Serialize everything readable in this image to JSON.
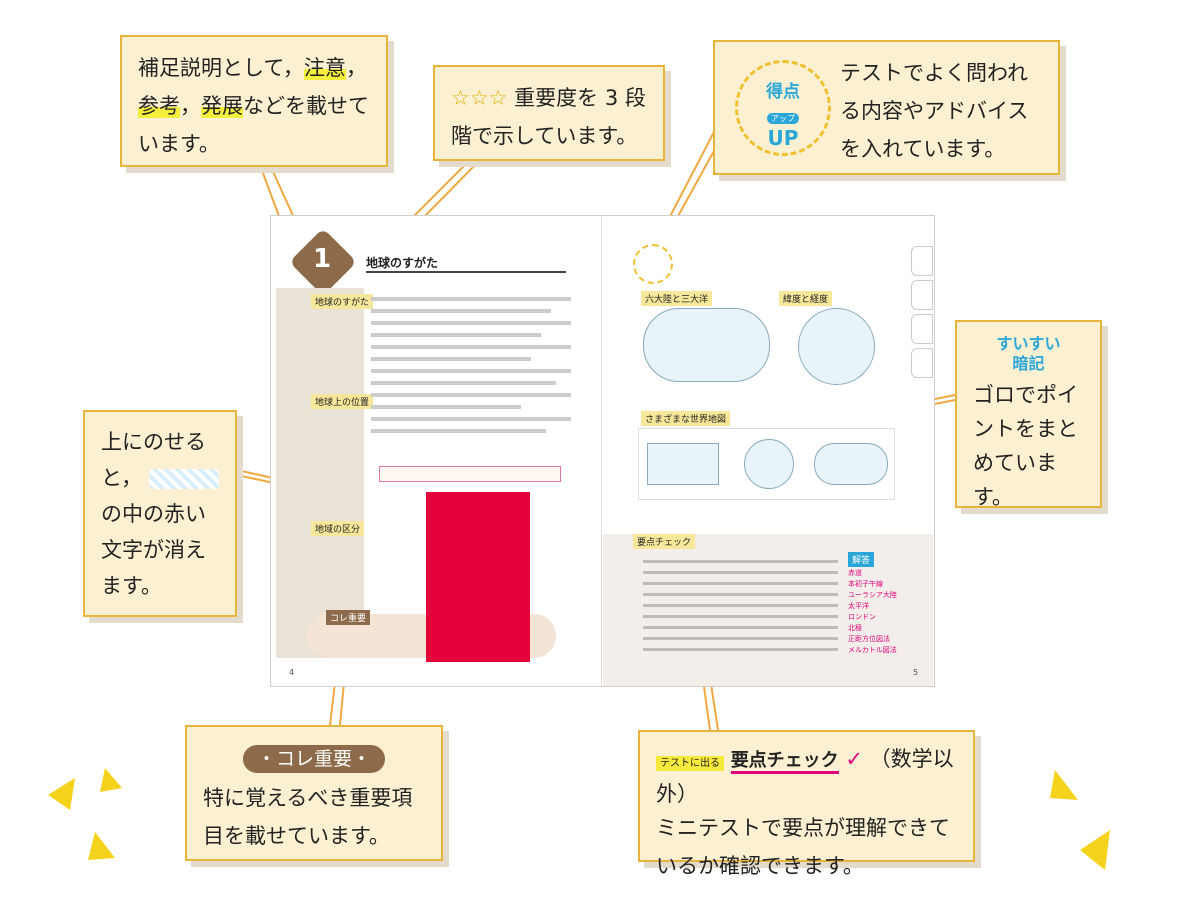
{
  "callouts": {
    "supplement": {
      "part1": "補足説明として，",
      "chui": "注意",
      "comma": "，",
      "sanko": "参考",
      "comma2": "，",
      "hatten": "発展",
      "part2": "などを載せています。"
    },
    "stars": {
      "icon": "☆☆☆",
      "text": "重要度を 3 段階で示しています。"
    },
    "tokuten": {
      "badge_top": "得点",
      "badge_mid": "アップ",
      "badge_bottom": "UP",
      "text": "テストでよく問われる内容やアドバイスを入れています。"
    },
    "suisui": {
      "badge_line1": "すいすい",
      "badge_line2": "暗記",
      "text": "ゴロでポイントをまとめています。"
    },
    "sheet": {
      "line1": "上にのせる",
      "line2": "と，",
      "line3": "の中の赤い",
      "line4": "文字が消え",
      "line5": "ます。"
    },
    "kore": {
      "badge": "・コレ重要・",
      "text": "特に覚えるべき重要項目を載せています。"
    },
    "check": {
      "badge_small": "テストに出る",
      "badge_main": "要点チェック",
      "note": "（数学以外）",
      "text": "ミニテストで要点が理解できているか確認できます。"
    }
  },
  "book": {
    "chapter_number": "1",
    "chapter_title": "地球のすがた",
    "left_sections": [
      "地球のすがた",
      "地球上の位置",
      "地域の区分"
    ],
    "kore_box_title": "コレ重要",
    "right_chart_titles": [
      "六大陸と三大洋",
      "緯度と経度",
      "さまざまな世界地図"
    ],
    "check_title": "要点チェック",
    "check_items_count": 9,
    "answer_label": "解答",
    "answers": [
      "赤道",
      "本初子午線",
      "ユーラシア大陸",
      "太平洋",
      "ロンドン",
      "北極",
      "正距方位図法",
      "メルカトル図法"
    ],
    "page_left": "4",
    "page_right": "5"
  },
  "colors": {
    "callout_bg": "#fbf1d2",
    "callout_border": "#e8b43a",
    "red_sheet": "#e4003b",
    "yellow": "#f5d21c",
    "connector": "#f0a840"
  }
}
